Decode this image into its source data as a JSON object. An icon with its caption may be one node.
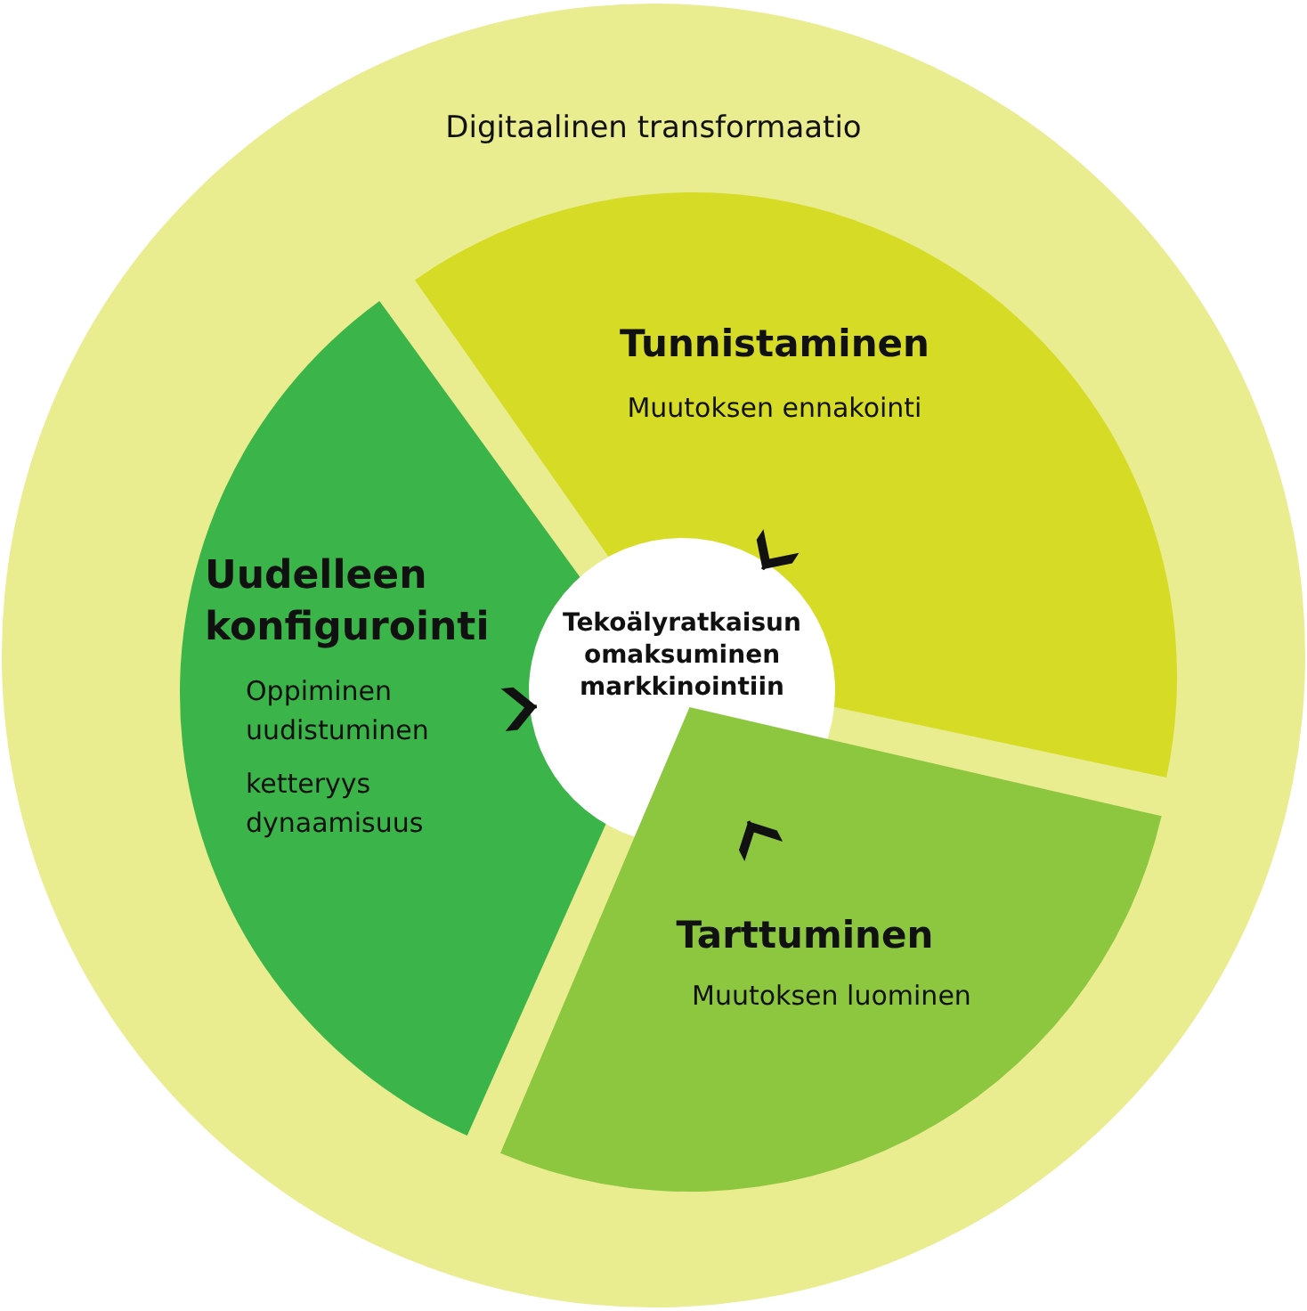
{
  "diagram": {
    "nodes": [
      {
        "text": [
          "Digitaalinen transformaatio"
        ]
      },
      {
        "text": [
          "Tunnistaminen",
          "Muutoksen ennakointi"
        ],
        "in": 0
      },
      {
        "text": [
          "Uudelleen konfigurointi",
          "Oppiminen uudistuminen",
          "ketteryys dynaamisuus"
        ],
        "in": 0
      },
      {
        "text": [
          "Tekoälyratkaisun omaksuminen markkinointiin"
        ],
        "in": 0
      },
      {
        "text": [
          "Tarttuminen",
          "Muutoksen luominen"
        ],
        "in": 0
      }
    ],
    "edges": [
      {
        "from": 1,
        "to": 3,
        "arrow": "to"
      },
      {
        "from": 4,
        "to": 3,
        "arrow": "to"
      },
      {
        "from": 2,
        "to": 3,
        "arrow": "to"
      }
    ]
  }
}
